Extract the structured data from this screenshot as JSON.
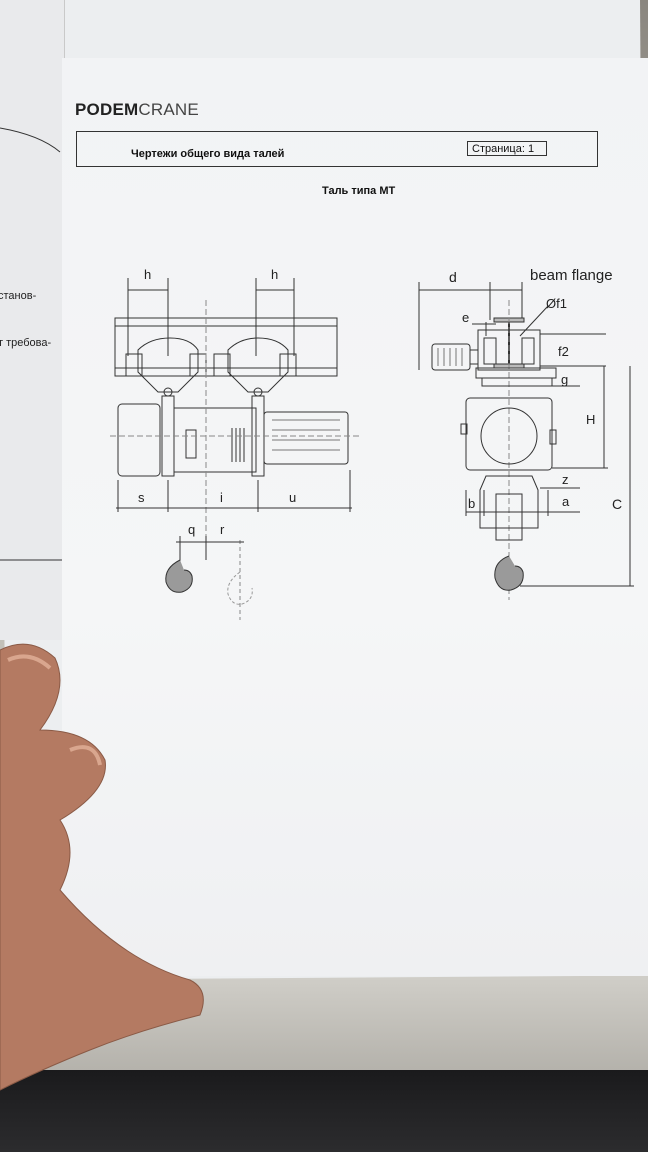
{
  "document": {
    "logo": {
      "pod": "POD",
      "em": "EM",
      "crane": "CRANE"
    },
    "header_title": "Чертежи общего вида талей",
    "page_label": "Страница: 1",
    "subtitle": "Таль типа MT"
  },
  "left_sheet_fragments": [
    "станов-",
    "т требова-"
  ],
  "side_view_labels": {
    "h_left": "h",
    "h_right": "h",
    "s": "s",
    "i": "i",
    "u": "u",
    "q": "q",
    "r": "r"
  },
  "front_view_labels": {
    "d": "d",
    "beam_flange": "beam flange",
    "f1": "Øf1",
    "e": "e",
    "f2": "f2",
    "g": "g",
    "H": "H",
    "z": "z",
    "a": "a",
    "b": "b",
    "C": "C"
  }
}
